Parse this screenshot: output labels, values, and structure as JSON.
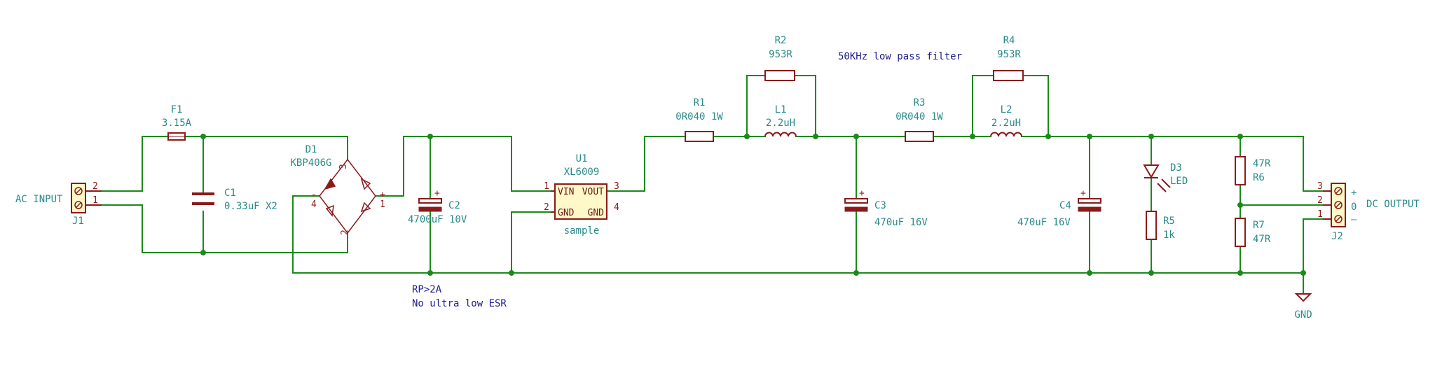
{
  "j1": {
    "ref": "J1",
    "value": "AC INPUT",
    "pins": [
      "2",
      "1"
    ]
  },
  "f1": {
    "ref": "F1",
    "value": "3.15A"
  },
  "c1": {
    "ref": "C1",
    "value": "0.33uF X2"
  },
  "d1": {
    "ref": "D1",
    "value": "KBP406G",
    "pins": [
      "3",
      "4",
      "1",
      "2"
    ],
    "plus": "+",
    "minus": "-"
  },
  "c2": {
    "ref": "C2",
    "value": "4700uF 10V",
    "plus": "+"
  },
  "u1": {
    "ref": "U1",
    "value": "XL6009",
    "sub": "sample",
    "in_pins": [
      "VIN",
      "GND"
    ],
    "out_pins": [
      "VOUT",
      "GND"
    ],
    "pins": [
      "1",
      "2",
      "3",
      "4"
    ]
  },
  "r1": {
    "ref": "R1",
    "value": "0R040 1W"
  },
  "r2": {
    "ref": "R2",
    "value": "953R"
  },
  "l1": {
    "ref": "L1",
    "value": "2.2uH"
  },
  "c3": {
    "ref": "C3",
    "value": "470uF 16V",
    "plus": "+"
  },
  "r3": {
    "ref": "R3",
    "value": "0R040 1W"
  },
  "r4": {
    "ref": "R4",
    "value": "953R"
  },
  "l2": {
    "ref": "L2",
    "value": "2.2uH"
  },
  "c4": {
    "ref": "C4",
    "value": "470uF 16V",
    "plus": "+"
  },
  "d3": {
    "ref": "D3",
    "value": "LED"
  },
  "r5": {
    "ref": "R5",
    "value": "1k"
  },
  "r6": {
    "ref": "R6",
    "value": "47R"
  },
  "r7": {
    "ref": "R7",
    "value": "47R"
  },
  "j2": {
    "ref": "J2",
    "value": "DC OUTPUT",
    "pins": [
      "3",
      "2",
      "1"
    ],
    "marks": [
      "+",
      "0",
      "–"
    ]
  },
  "gnd": {
    "label": "GND"
  },
  "notes": {
    "filter": "50KHz low pass filter",
    "rp": "RP>2A",
    "esr": "No ultra low ESR"
  }
}
